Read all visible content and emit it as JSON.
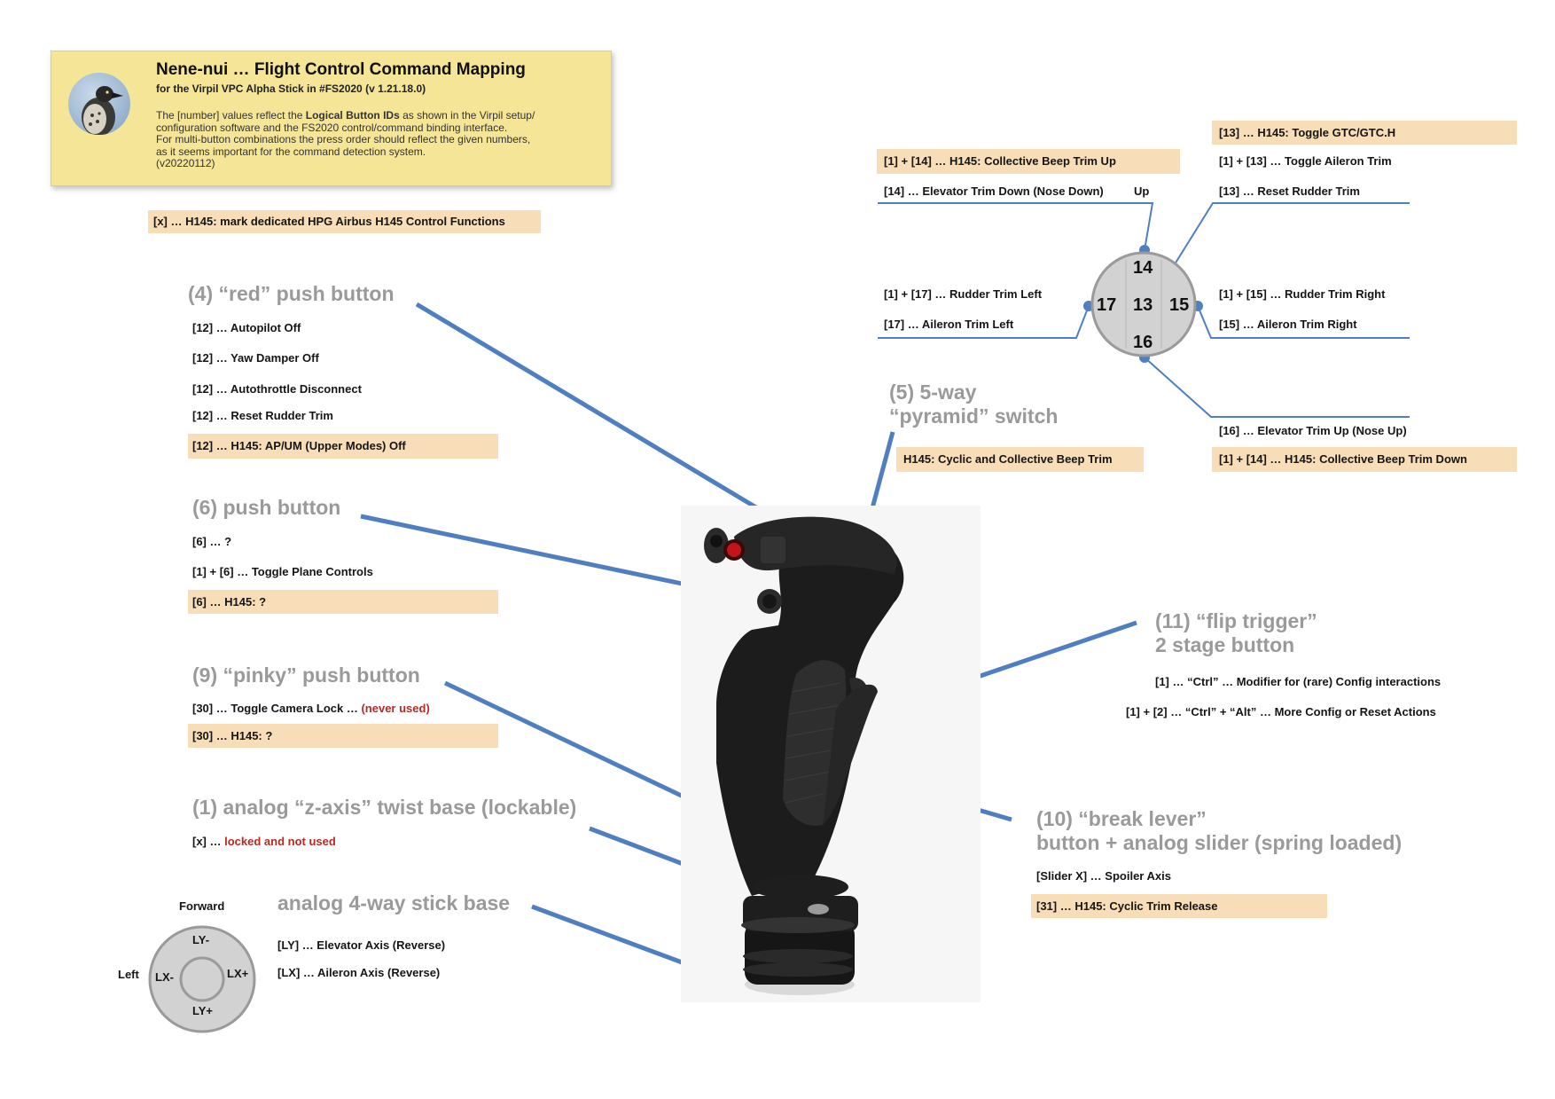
{
  "header": {
    "title": "Nene-nui … Flight Control Command Mapping",
    "subtitle": "for the Virpil VPC Alpha Stick in #FS2020 (v 1.21.18.0)",
    "desc_prefix": "The [number] values reflect the ",
    "desc_bold": "Logical Button IDs",
    "desc_line1_rest": " as shown in the Virpil setup/",
    "desc_line2": "configuration software and the FS2020 control/command binding interface.",
    "desc_line3": "For multi-button combinations the press order should reflect the given numbers,",
    "desc_line4": "as it seems important for the command detection system.",
    "version": "(v20220112)"
  },
  "legend_note": "[x] … H145: mark dedicated HPG Airbus H145 Control Functions",
  "red_button": {
    "title": "(4) “red” push button",
    "items": [
      "[12] … Autopilot Off",
      "[12] … Yaw Damper Off",
      "[12] … Autothrottle Disconnect",
      "[12] … Reset Rudder Trim"
    ],
    "h145": "[12] … H145: AP/UM (Upper Modes) Off"
  },
  "push6": {
    "title": "(6) push button",
    "items": [
      "[6] … ?",
      "[1] + [6] … Toggle Plane Controls"
    ],
    "h145": "[6] … H145: ?"
  },
  "pinky": {
    "title": "(9) “pinky” push button",
    "item_text": "[30] … Toggle Camera Lock … ",
    "item_note": "(never used)",
    "h145": "[30] … H145: ?"
  },
  "twist": {
    "title": "(1) analog “z-axis” twist base (lockable)",
    "item_prefix": "[x] … ",
    "item_note": "locked and not used"
  },
  "stick_base": {
    "title": "analog 4-way stick base",
    "items": [
      "[LY] … Elevator Axis (Reverse)",
      "[LX] … Aileron Axis (Reverse)"
    ],
    "forward": "Forward",
    "left": "Left",
    "ly_minus": "LY-",
    "ly_plus": "LY+",
    "lx_minus": "LX-",
    "lx_plus": "LX+"
  },
  "pyramid": {
    "title_line1": "(5) 5-way",
    "title_line2": "“pyramid” switch",
    "h145": "H145: Cyclic and Collective Beep Trim",
    "numbers": {
      "up": "14",
      "center": "13",
      "left": "17",
      "right": "15",
      "down": "16"
    },
    "top_left_h145": "[1] + [14] … H145: Collective Beep Trim Up",
    "top_left": "[14] … Elevator Trim Down (Nose Down)",
    "up_label": "Up",
    "top_right_h145": "[13] … H145: Toggle GTC/GTC.H",
    "top_right_1": "[1] + [13] … Toggle Aileron Trim",
    "top_right_2": "[13] … Reset Rudder Trim",
    "left_1": "[1] + [17] … Rudder Trim Left",
    "left_2": "[17] … Aileron Trim Left",
    "right_1": "[1] + [15] … Rudder Trim Right",
    "right_2": "[15] … Aileron Trim Right",
    "bottom_1": "[16] … Elevator Trim Up (Nose Up)",
    "bottom_h145": "[1] + [14] … H145: Collective Beep Trim Down"
  },
  "flip_trigger": {
    "title_line1": "(11) “flip trigger”",
    "title_line2": "2 stage button",
    "items": [
      "[1] … “Ctrl” … Modifier for (rare) Config interactions",
      "[1] + [2] … “Ctrl” + “Alt” … More Config or Reset Actions"
    ]
  },
  "break_lever": {
    "title_line1": "(10) “break lever”",
    "title_line2": "button + analog slider (spring loaded)",
    "item": "[Slider X] … Spoiler Axis",
    "h145": "[31] … H145: Cyclic Trim Release"
  },
  "colors": {
    "highlight": "#f7deb8",
    "arrow": "#4f7fc1",
    "section_title": "#9a9a9a",
    "note_red": "#b52a23",
    "header_bg": "#f4e597"
  }
}
